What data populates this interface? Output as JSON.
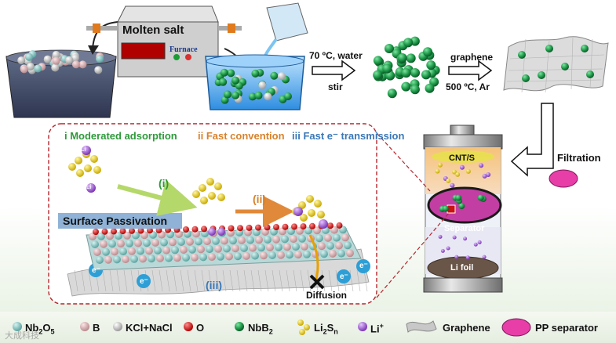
{
  "process": {
    "molten_salt": "Molten salt",
    "furnace": "Furnace",
    "step1_top": "70 ºC, water",
    "step1_bottom": "stir",
    "step2_top": "graphene",
    "step2_bottom": "500 ºC, Ar",
    "filtration": "Filtration"
  },
  "mechanism": {
    "heading_i": "i Moderated adsorption",
    "heading_ii": "ii Fast convention",
    "heading_iii": "iii Fast e⁻ transmission",
    "surface_passivation": "Surface Passivation",
    "label_i": "(i)",
    "label_ii": "(ii)",
    "label_iii": "(iii)",
    "li_label": "Li",
    "e_label": "e⁻",
    "diffusion": "Diffusion"
  },
  "cell": {
    "cathode": "CNT/S",
    "separator": "Separator",
    "anode": "Li foil"
  },
  "legend": {
    "nb2o5_main": "Nb",
    "nb2o5_sub1": "2",
    "nb2o5_o": "O",
    "nb2o5_sub2": "5",
    "boron": "B",
    "salt": "KCl+NaCl",
    "oxygen": "O",
    "nbb2_main": "NbB",
    "nbb2_sub": "2",
    "li2sn_main": "Li",
    "li2sn_sub1": "2",
    "li2sn_s": "S",
    "li2sn_sub2": "n",
    "li_plus": "Li",
    "li_plus_sup": "+",
    "graphene": "Graphene",
    "pp_separator": "PP separator"
  },
  "watermark": "大成科技",
  "colors": {
    "nb2o5": "#8fc9c7",
    "boron": "#e8bfc2",
    "salt": "#f0f0f0",
    "oxygen": "#e02020",
    "nbb2": "#1f9a4a",
    "sulfur": "#e8d21c",
    "lithium": "#a35ed6",
    "pp_separator": "#e83ea8",
    "green_text": "#2e9a3a",
    "orange_text": "#d9822b",
    "blue_text": "#3a78b8"
  }
}
